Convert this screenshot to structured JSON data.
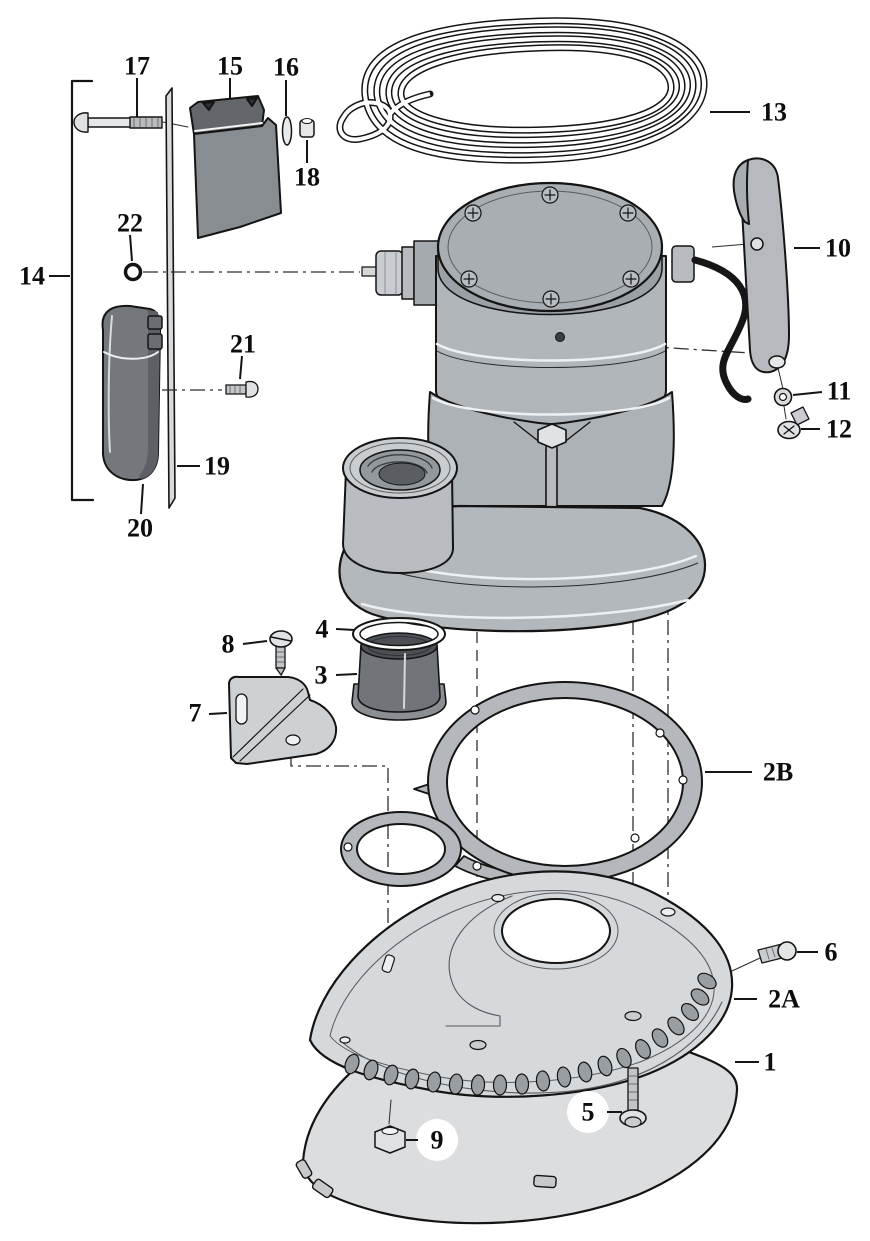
{
  "diagram": {
    "background": "#ffffff",
    "outline_color": "#141414",
    "part_colors": {
      "body_gray": "#b0b5ba",
      "cap_gray": "#a6abb0",
      "plate_gray": "#d6d9db",
      "base_plate_gray": "#dbdddf",
      "gasket_gray": "#b4b8bc",
      "dark_gray": "#74787c",
      "hardware_gray": "#dfe1e3"
    },
    "callouts": [
      {
        "id": "1",
        "label": "1"
      },
      {
        "id": "2A",
        "label": "2A"
      },
      {
        "id": "2B",
        "label": "2B"
      },
      {
        "id": "3",
        "label": "3"
      },
      {
        "id": "4",
        "label": "4"
      },
      {
        "id": "5",
        "label": "5"
      },
      {
        "id": "6",
        "label": "6"
      },
      {
        "id": "7",
        "label": "7"
      },
      {
        "id": "8",
        "label": "8"
      },
      {
        "id": "9",
        "label": "9"
      },
      {
        "id": "10",
        "label": "10"
      },
      {
        "id": "11",
        "label": "11"
      },
      {
        "id": "12",
        "label": "12"
      },
      {
        "id": "13",
        "label": "13"
      },
      {
        "id": "14",
        "label": "14"
      },
      {
        "id": "15",
        "label": "15"
      },
      {
        "id": "16",
        "label": "16"
      },
      {
        "id": "17",
        "label": "17"
      },
      {
        "id": "18",
        "label": "18"
      },
      {
        "id": "19",
        "label": "19"
      },
      {
        "id": "20",
        "label": "20"
      },
      {
        "id": "21",
        "label": "21"
      },
      {
        "id": "22",
        "label": "22"
      }
    ]
  }
}
